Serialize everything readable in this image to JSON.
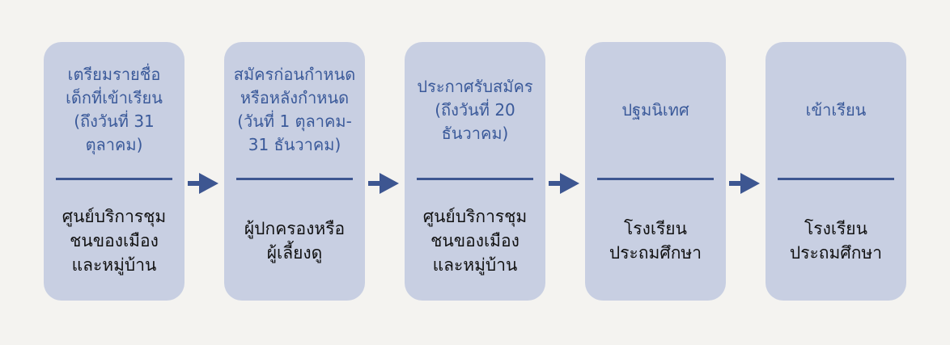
{
  "steps": [
    {
      "title": "เตรียมรายชื่อ\nเด็กที่เข้าเรียน\n(ถึงวันที่ 31\nตุลาคม)",
      "owner": "ศูนย์บริการชุม\nชนของเมือง\nและหมู่บ้าน"
    },
    {
      "title": "สมัครก่อนกำหนด\nหรือหลังกำหนด\n(วันที่ 1 ตุลาคม-\n31 ธันวาคม)",
      "owner": "ผู้ปกครองหรือ\nผู้เลี้ยงดู"
    },
    {
      "title": "ประกาศรับสมัคร\n(ถึงวันที่ 20\nธันวาคม)",
      "owner": "ศูนย์บริการชุม\nชนของเมือง\nและหมู่บ้าน"
    },
    {
      "title": "ปฐมนิเทศ",
      "owner": "โรงเรียน\nประถมศึกษา"
    },
    {
      "title": "เข้าเรียน",
      "owner": "โรงเรียน\nประถมศึกษา"
    }
  ],
  "colors": {
    "background": "#f4f3f0",
    "box": "#c8cfe2",
    "title_text": "#3b5a9a",
    "divider": "#3d5691",
    "arrow": "#3d5691",
    "owner_text": "#111111"
  }
}
